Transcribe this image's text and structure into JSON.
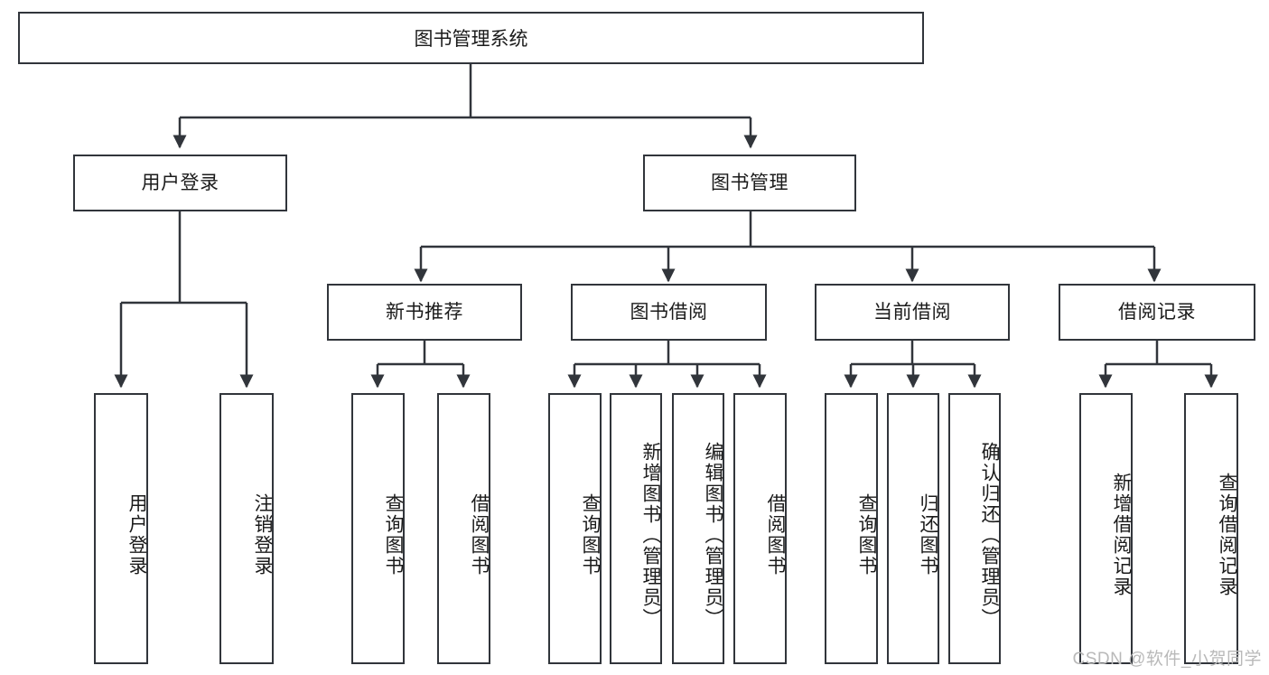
{
  "diagram": {
    "title": "图书管理系统",
    "watermark": "CSDN @软件_小贺同学",
    "stroke_color": "#31353b",
    "fill_color": "#ffffff",
    "text_color": "#1b1b1b",
    "watermark_color": "#b9b9b9",
    "root": {
      "label": "图书管理系统"
    },
    "level1": [
      {
        "label": "用户登录"
      },
      {
        "label": "图书管理"
      }
    ],
    "level2": [
      {
        "label": "新书推荐"
      },
      {
        "label": "图书借阅"
      },
      {
        "label": "当前借阅"
      },
      {
        "label": "借阅记录"
      }
    ],
    "leaves": {
      "user_login": [
        {
          "label": "用户登录"
        },
        {
          "label": "注销登录"
        }
      ],
      "new_book_recommend": [
        {
          "label": "查询图书"
        },
        {
          "label": "借阅图书"
        }
      ],
      "book_borrow": [
        {
          "label": "查询图书"
        },
        {
          "label": "新增图书（管理员）"
        },
        {
          "label": "编辑图书（管理员）"
        },
        {
          "label": "借阅图书"
        }
      ],
      "current_borrow": [
        {
          "label": "查询图书"
        },
        {
          "label": "归还图书"
        },
        {
          "label": "确认归还（管理员）"
        }
      ],
      "borrow_record": [
        {
          "label": "新增借阅记录"
        },
        {
          "label": "查询借阅记录"
        }
      ]
    }
  }
}
